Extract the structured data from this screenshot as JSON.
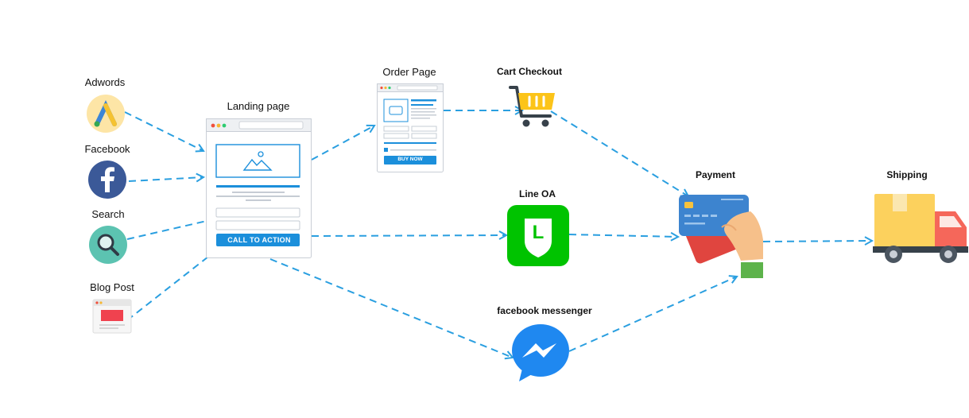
{
  "sources": [
    {
      "label": "Adwords",
      "icon": "adwords-icon"
    },
    {
      "label": "Facebook",
      "icon": "facebook-icon"
    },
    {
      "label": "Search",
      "icon": "search-icon"
    },
    {
      "label": "Blog Post",
      "icon": "blog-post-icon"
    }
  ],
  "landing": {
    "label": "Landing page",
    "cta": "CALL TO ACTION"
  },
  "order": {
    "label": "Order Page",
    "buy": "BUY NOW"
  },
  "cart": {
    "label": "Cart Checkout"
  },
  "line": {
    "label": "Line OA",
    "letter": "L"
  },
  "messenger": {
    "label": "facebook messenger"
  },
  "payment": {
    "label": "Payment"
  },
  "shipping": {
    "label": "Shipping"
  },
  "colors": {
    "arrow": "#2a9fe0",
    "cta_blue": "#1b8fdb",
    "line_green": "#00c300",
    "messenger_blue": "#1f88f0",
    "facebook_blue": "#3b5998",
    "truck_box": "#fcd15d",
    "truck_cab": "#f5675a"
  }
}
